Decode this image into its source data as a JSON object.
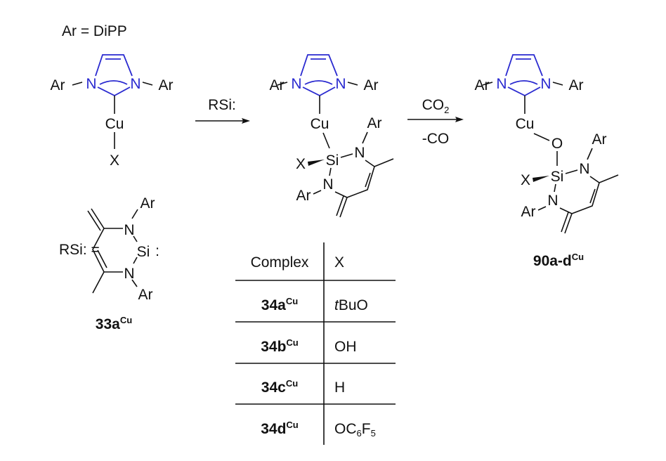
{
  "header": {
    "definition": "Ar = DiPP"
  },
  "atoms": {
    "ar": "Ar",
    "n": "N",
    "cu": "Cu",
    "x": "X",
    "si": "Si",
    "o": "O",
    "colon": ":"
  },
  "reagent_label": {
    "rsi": "RSi:",
    "equals": "RSi: ="
  },
  "step2": {
    "top": "CO",
    "top_sub": "2",
    "bottom": "-CO"
  },
  "labels": {
    "silylene": {
      "main": "33a",
      "sup": "Cu"
    },
    "product": {
      "main": "90a-d",
      "sup": "Cu"
    }
  },
  "table": {
    "headers": [
      "Complex",
      "X"
    ],
    "rows": [
      {
        "complex": "34a",
        "sup": "Cu",
        "x_italic": "t",
        "x": "BuO"
      },
      {
        "complex": "34b",
        "sup": "Cu",
        "x": "OH"
      },
      {
        "complex": "34c",
        "sup": "Cu",
        "x": "H"
      },
      {
        "complex": "34d",
        "sup": "Cu",
        "x_parts": [
          "OC",
          "6",
          "F",
          "5"
        ]
      }
    ]
  },
  "colors": {
    "nhc": "#2a2ad0",
    "ink": "#111111"
  }
}
